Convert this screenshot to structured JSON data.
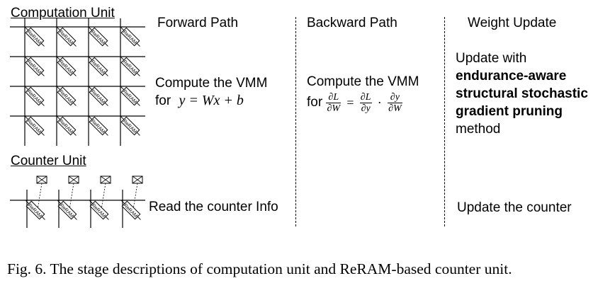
{
  "units": {
    "computation": "Computation Unit",
    "counter": "Counter Unit"
  },
  "cell_label": "ReRAM",
  "columns": {
    "forward": {
      "header": "Forward Path",
      "line1": "Compute the VMM",
      "line2_prefix": "for",
      "equation": "y = Wx + b",
      "counter": "Read the counter Info"
    },
    "backward": {
      "header": "Backward Path",
      "line1": "Compute the VMM",
      "line2_prefix": "for",
      "lhs_num": "∂L",
      "lhs_den": "∂W",
      "eq": "=",
      "r1_num": "∂L",
      "r1_den": "∂y",
      "dot": "·",
      "r2_num": "∂y",
      "r2_den": "∂W"
    },
    "update": {
      "header": "Weight Update",
      "line1": "Update with",
      "bold1": "endurance-aware",
      "bold2": "structural stochastic",
      "bold3": "gradient pruning",
      "line5": "method",
      "counter": "Update the counter"
    }
  },
  "caption": "Fig. 6.  The stage descriptions of computation unit and ReRAM-based counter unit."
}
